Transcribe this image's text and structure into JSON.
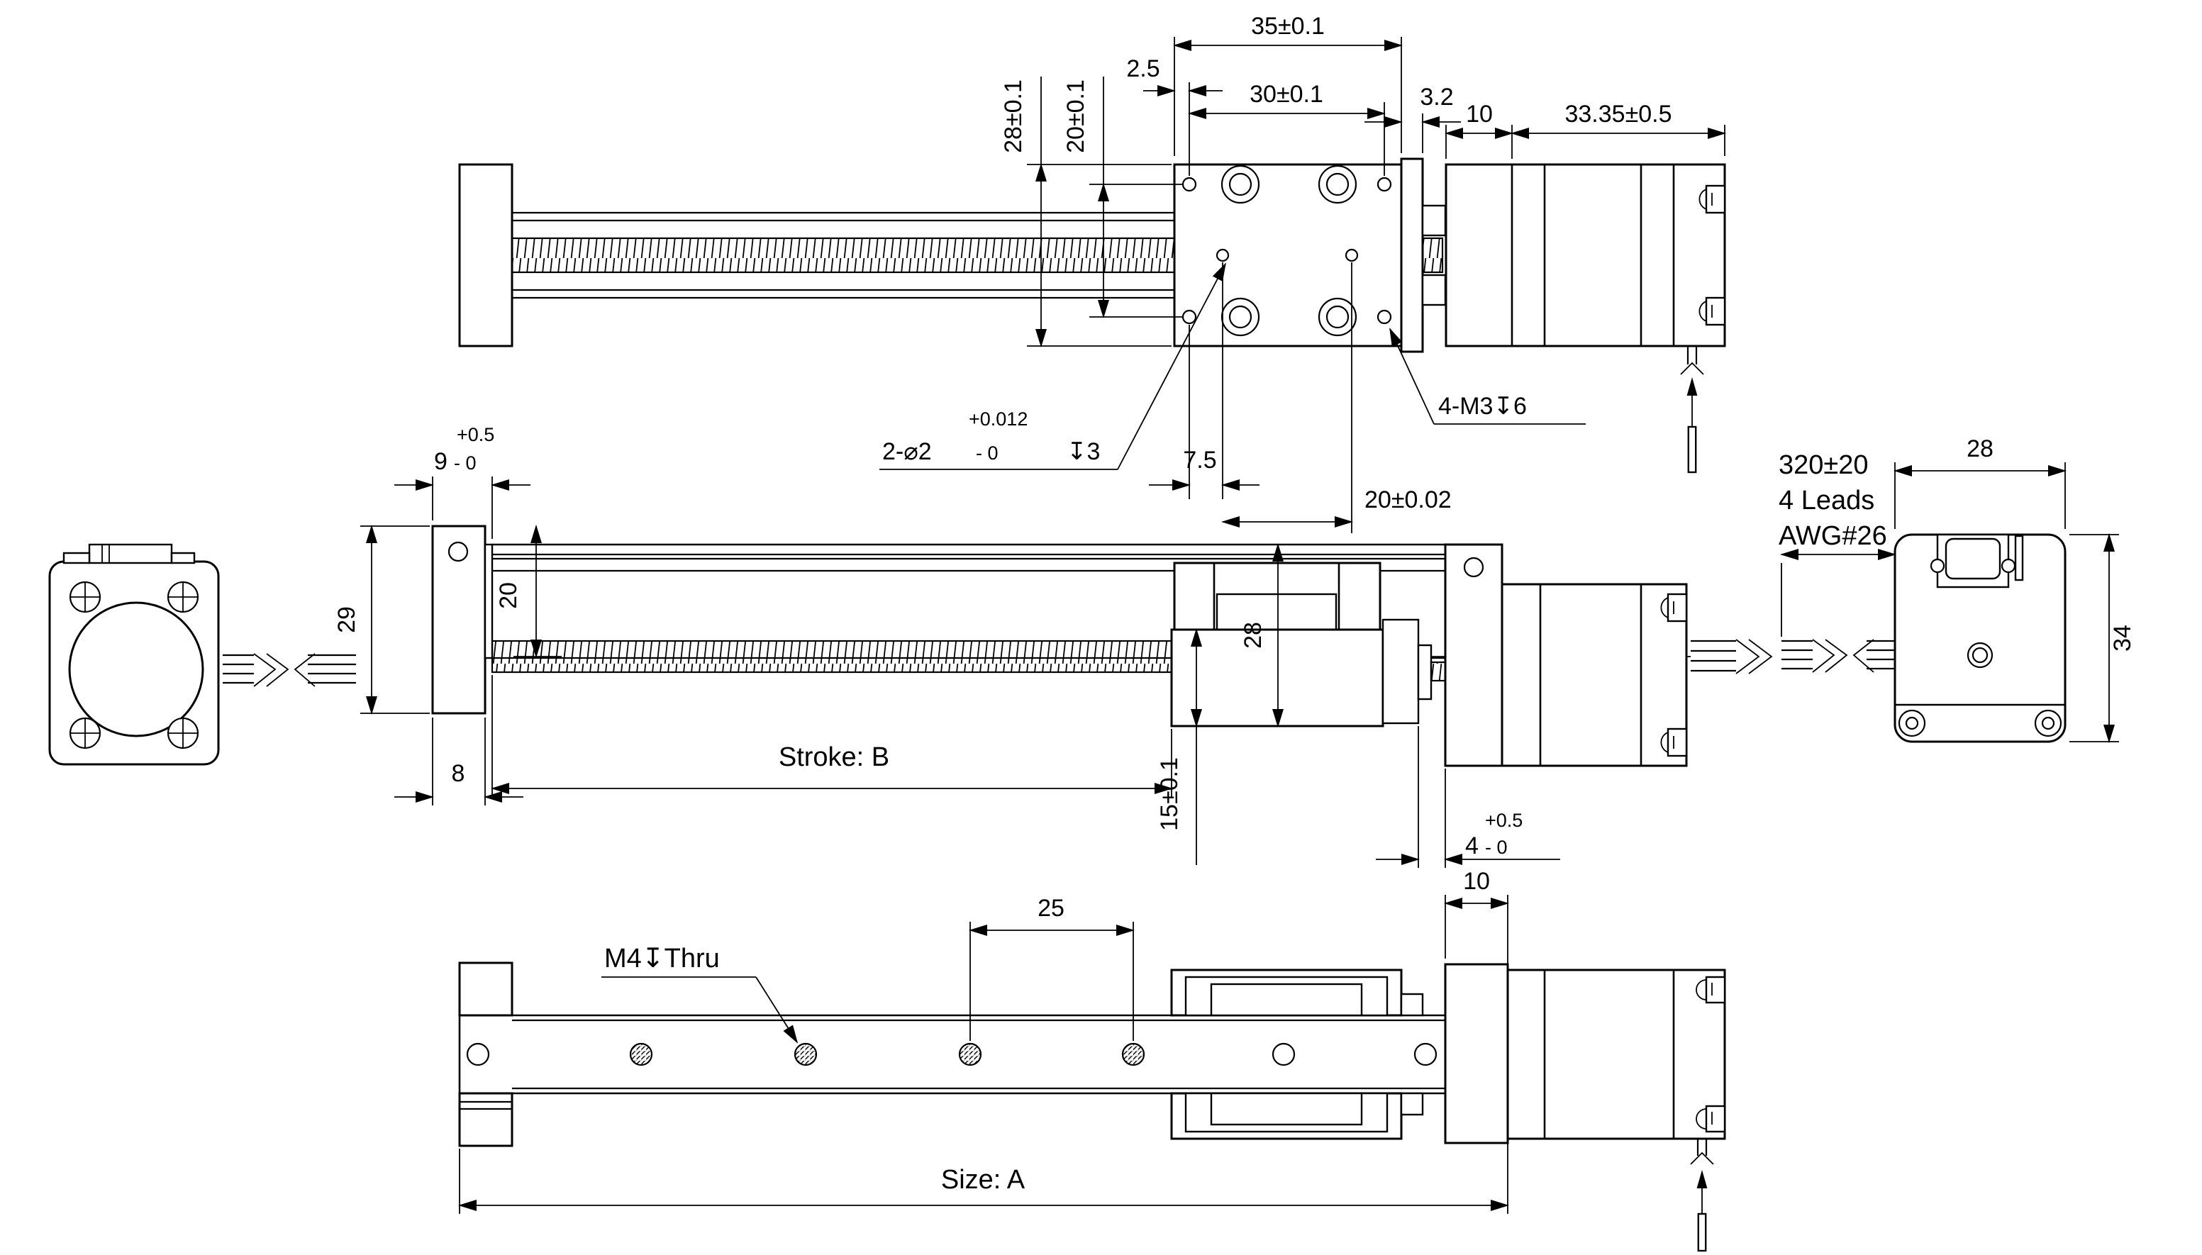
{
  "top_view": {
    "dim_width_35": "35±0.1",
    "dim_edge_2_5": "2.5",
    "dim_holes_30": "30±0.1",
    "dim_plate_3_2": "3.2",
    "dim_boss_10": "10",
    "dim_motor_33_35": "33.35±0.5",
    "dim_height_28": "28±0.1",
    "dim_rows_20": "20±0.1",
    "dim_dowel_7_5": "7.5",
    "dim_dowels_20": "20±0.02",
    "callout_dowel": {
      "prefix": "2-⌀2",
      "tol_upper": "+0.012",
      "tol_lower": "- 0",
      "suffix": "↧3"
    },
    "callout_m3": "4-M3↧6"
  },
  "front_view": {
    "dim_flange_9": {
      "value": "9",
      "tol_upper": "+0.5",
      "tol_lower": "- 0"
    },
    "dim_height_29": "29",
    "dim_axis_20": "20",
    "dim_flange_8": "8",
    "stroke_label": "Stroke: B",
    "dim_motor_28": "28",
    "dim_carriage_15": "15±0.1",
    "dim_gap_4": {
      "value": "4",
      "tol_upper": "+0.5",
      "tol_lower": "- 0"
    }
  },
  "side_view": {
    "lead_note_line1": "320±20",
    "lead_note_line2": "4 Leads",
    "lead_note_line3": "AWG#26",
    "dim_width_28": "28",
    "dim_height_34": "34"
  },
  "bottom_view": {
    "callout_m4": "M4↧Thru",
    "dim_pitch_25": "25",
    "dim_plate_10": "10",
    "size_label": "Size: A"
  },
  "colors": {
    "line": "#000000",
    "background": "#ffffff"
  }
}
